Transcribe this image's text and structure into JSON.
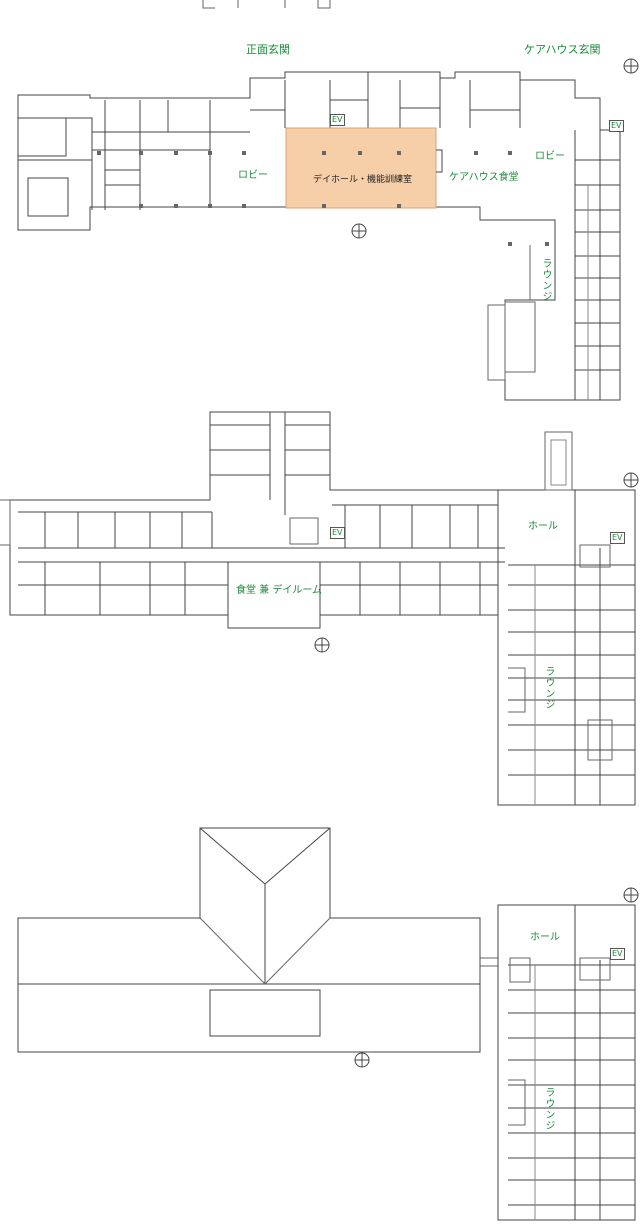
{
  "labels": {
    "main_entrance": "正面玄関",
    "carehouse_entrance": "ケアハウス玄関",
    "lobby_west": "ロビー",
    "dayhall": "デイホール・機能訓練室",
    "carehouse_dining": "ケアハウス食堂",
    "lobby_east": "ロビー",
    "lounge_f1": "ラウンジ",
    "ev_f1_center": "EV",
    "ev_f1_east": "EV",
    "dining_dayroom": "食堂 兼 デイルーム",
    "hall_f2": "ホール",
    "lounge_f2": "ラウンジ",
    "ev_f2_center": "EV",
    "ev_f2_east": "EV",
    "hall_f3": "ホール",
    "lounge_f3": "ラウンジ",
    "ev_f3_east": "EV"
  },
  "colors": {
    "room_label": "#1a8a3a",
    "highlight_fill": "#f6cfa8",
    "highlight_stroke": "#e0a070",
    "wall": "#444444",
    "thin": "#777777"
  }
}
